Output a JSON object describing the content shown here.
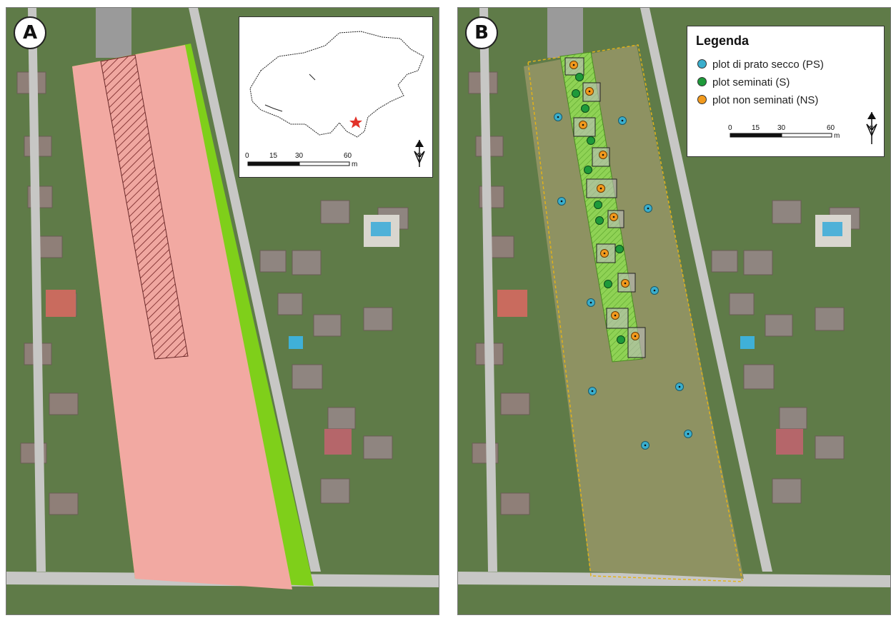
{
  "panels": [
    {
      "label": "A",
      "inset": {
        "scale_ticks": [
          "0",
          "15",
          "30",
          "60"
        ],
        "scale_unit": "m",
        "marker_color": "#e2332a"
      }
    },
    {
      "label": "B",
      "legend": {
        "title": "Legenda",
        "items": [
          {
            "label": "plot di prato secco (PS)",
            "color": "#3aaecc"
          },
          {
            "label": "plot seminati (S)",
            "color": "#1e9a3a"
          },
          {
            "label": "plot non seminati (NS)",
            "color": "#f29a1d"
          }
        ],
        "scale_ticks": [
          "0",
          "15",
          "30",
          "60"
        ],
        "scale_unit": "m"
      }
    }
  ],
  "colors": {
    "study_area": "#f2a9a2",
    "seeded_strip_fill": "#f2a9a2",
    "border_green": "#7fcf1a",
    "boundary_yellow": "#e2b21a",
    "grass_dark": "#5f7b48",
    "meadow": "#8e9262",
    "road": "#c7c7c5"
  }
}
